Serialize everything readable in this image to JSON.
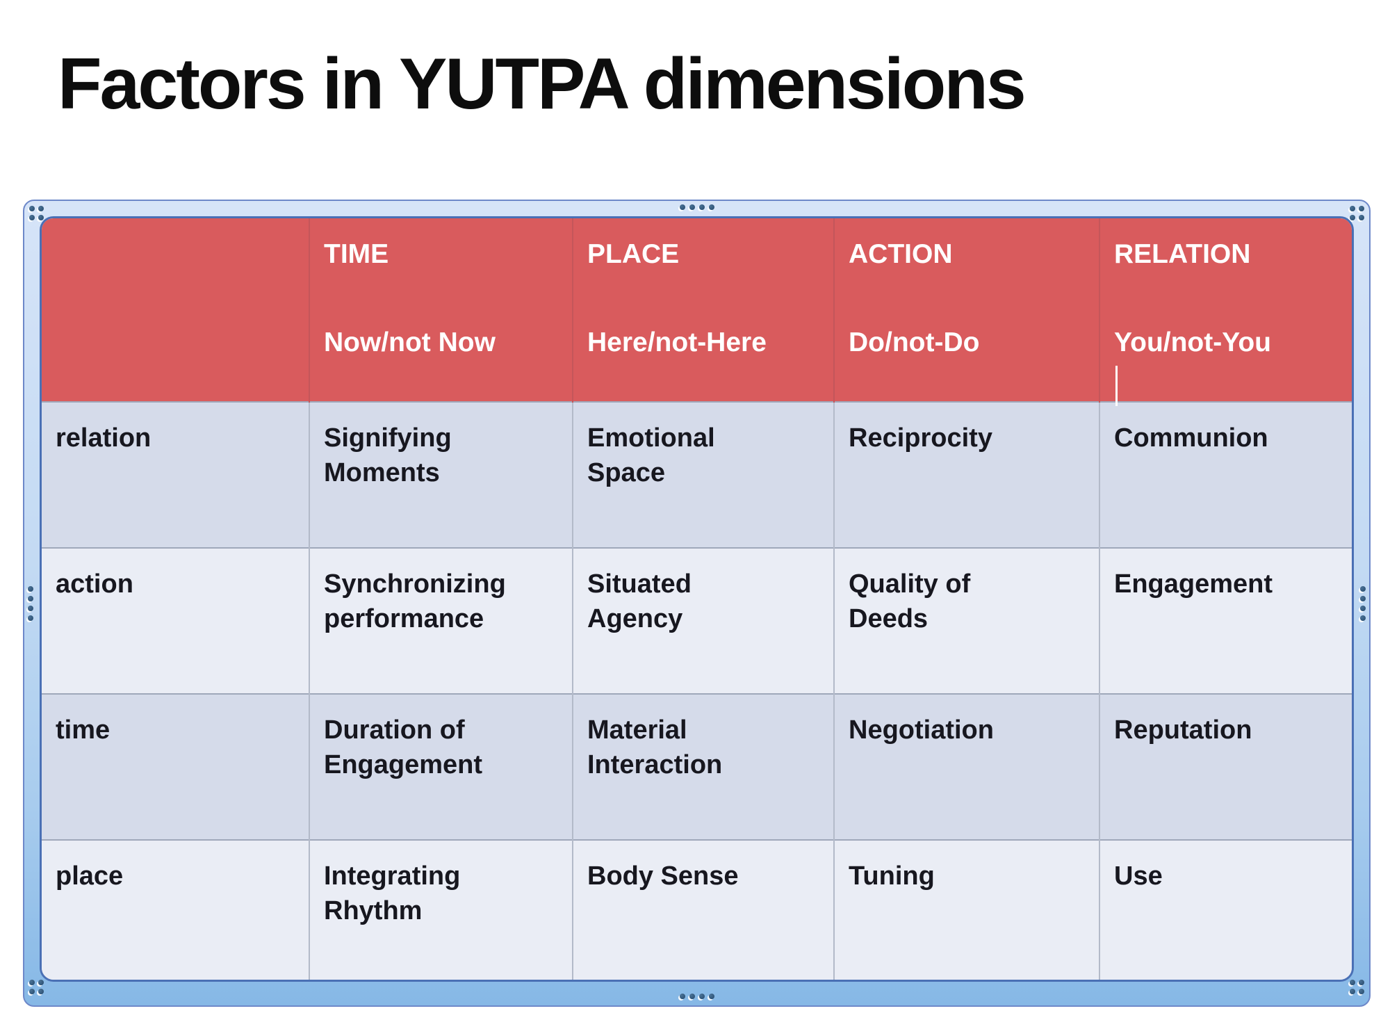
{
  "slide": {
    "title": "Factors in YUTPA dimensions"
  },
  "table": {
    "columns": [
      {
        "label": "",
        "sublabel": ""
      },
      {
        "label": "TIME",
        "sublabel": "Now/not Now"
      },
      {
        "label": "PLACE",
        "sublabel": "Here/not-Here"
      },
      {
        "label": "ACTION",
        "sublabel": "Do/not-Do"
      },
      {
        "label": "RELATION",
        "sublabel": "You/not-You"
      }
    ],
    "rows": [
      {
        "label": "relation",
        "cells": [
          "Signifying Moments",
          "Emotional Space",
          "Reciprocity",
          "Communion"
        ]
      },
      {
        "label": "action",
        "cells": [
          "Synchronizing performance",
          "Situated Agency",
          "Quality of Deeds",
          "Engagement"
        ]
      },
      {
        "label": "time",
        "cells": [
          "Duration of Engagement",
          "Material Interaction",
          "Negotiation",
          "Reputation"
        ]
      },
      {
        "label": "place",
        "cells": [
          "Integrating Rhythm",
          "Body Sense",
          "Tuning",
          "Use"
        ]
      }
    ],
    "colors": {
      "header_bg": "#d95b5d",
      "header_text": "#ffffff",
      "row_label_text": "#f41c1c",
      "cell_text": "#17171f",
      "row_odd_bg": "#d5dbea",
      "row_even_bg": "#eaedf5",
      "frame_fill_top": "#d6e4f8",
      "frame_fill_bottom": "#86b8e6",
      "frame_border": "#6d88c9",
      "table_border": "#4a70b5"
    }
  }
}
